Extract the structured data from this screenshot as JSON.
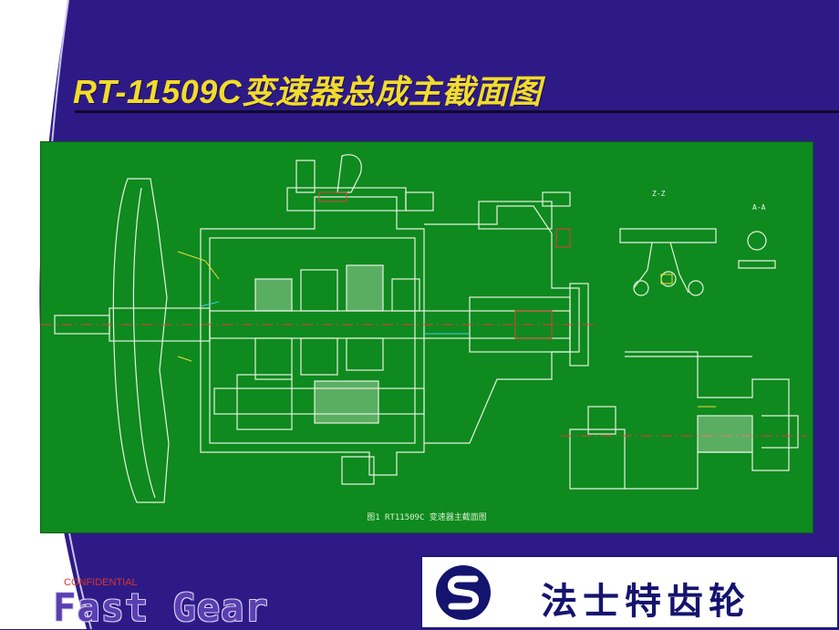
{
  "slide": {
    "title": "RT-11509C变速器总成主截面图"
  },
  "drawing": {
    "caption": "图1 RT11509C 变速器主截面图",
    "section_label_zz": "Z-Z",
    "section_label_aa": "A-A",
    "background_color": "#0e8a1f"
  },
  "footer": {
    "confidential": "CONFIDENTIAL",
    "brand_en": "Fast Gear",
    "brand_cn": "法士特齿轮"
  },
  "colors": {
    "slide_bg": "#2e1a86",
    "title": "#f2dc2a",
    "logo": "#14146e"
  }
}
